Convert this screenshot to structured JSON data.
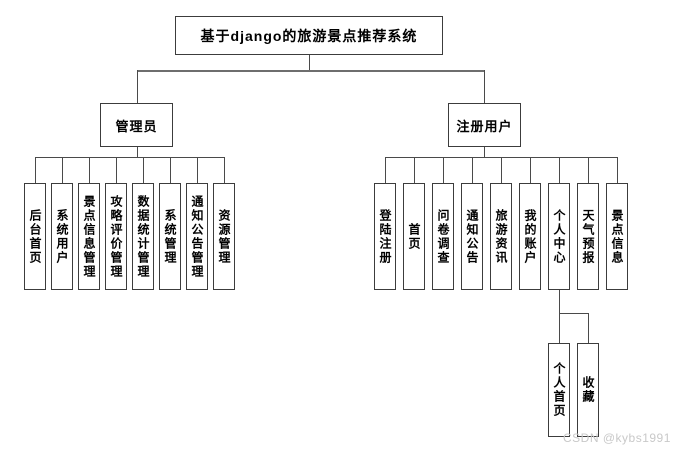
{
  "diagram": {
    "title": "基于django的旅游景点推荐系统",
    "branches": [
      {
        "label": "管理员",
        "children": [
          "后台首页",
          "系统用户",
          "景点信息管理",
          "攻略评价管理",
          "数据统计管理",
          "系统管理",
          "通知公告管理",
          "资源管理"
        ]
      },
      {
        "label": "注册用户",
        "children": [
          "登陆注册",
          "首页",
          "问卷调查",
          "通知公告",
          "旅游资讯",
          "我的账户",
          "个人中心",
          "天气预报",
          "景点信息"
        ]
      }
    ],
    "personal_center": {
      "parent": "个人中心",
      "children": [
        "个人首页",
        "收藏"
      ]
    }
  },
  "watermark": "CSDN @kybs1991",
  "colors": {
    "background": "#ffffff",
    "box_border": "#3c3c3c",
    "line": "#4a4a4a",
    "main_bus": "#6e6e6e",
    "watermark": "#c9c9c9",
    "text": "#000000"
  }
}
